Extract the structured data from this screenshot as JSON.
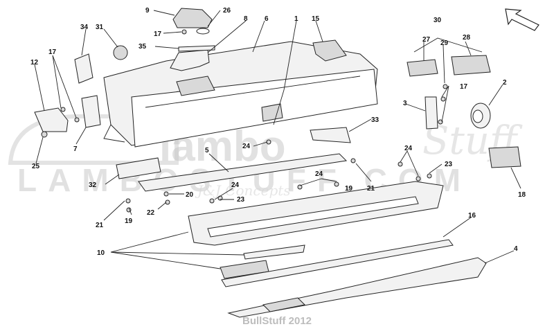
{
  "watermark": {
    "logo_main": "lambo",
    "logo_script": "Stuff",
    "website": "LAMBOSTUFF.COM",
    "tagline": "J&J Concepts"
  },
  "footer": "BullStuff 2012",
  "labels": {
    "n1": "1",
    "n2": "2",
    "n3": "3",
    "n4": "4",
    "n5": "5",
    "n6": "6",
    "n7": "7",
    "n8": "8",
    "n9": "9",
    "n10": "10",
    "n12": "12",
    "n15": "15",
    "n16": "16",
    "n17a": "17",
    "n17b": "17",
    "n17c": "17",
    "n18": "18",
    "n19a": "19",
    "n19b": "19",
    "n20": "20",
    "n21a": "21",
    "n21b": "21",
    "n22": "22",
    "n23a": "23",
    "n23b": "23",
    "n24a": "24",
    "n24b": "24",
    "n24c": "24",
    "n24d": "24",
    "n25": "25",
    "n26": "26",
    "n27": "27",
    "n28": "28",
    "n29": "29",
    "n30": "30",
    "n31": "31",
    "n32": "32",
    "n33": "33",
    "n34": "34",
    "n35": "35"
  }
}
